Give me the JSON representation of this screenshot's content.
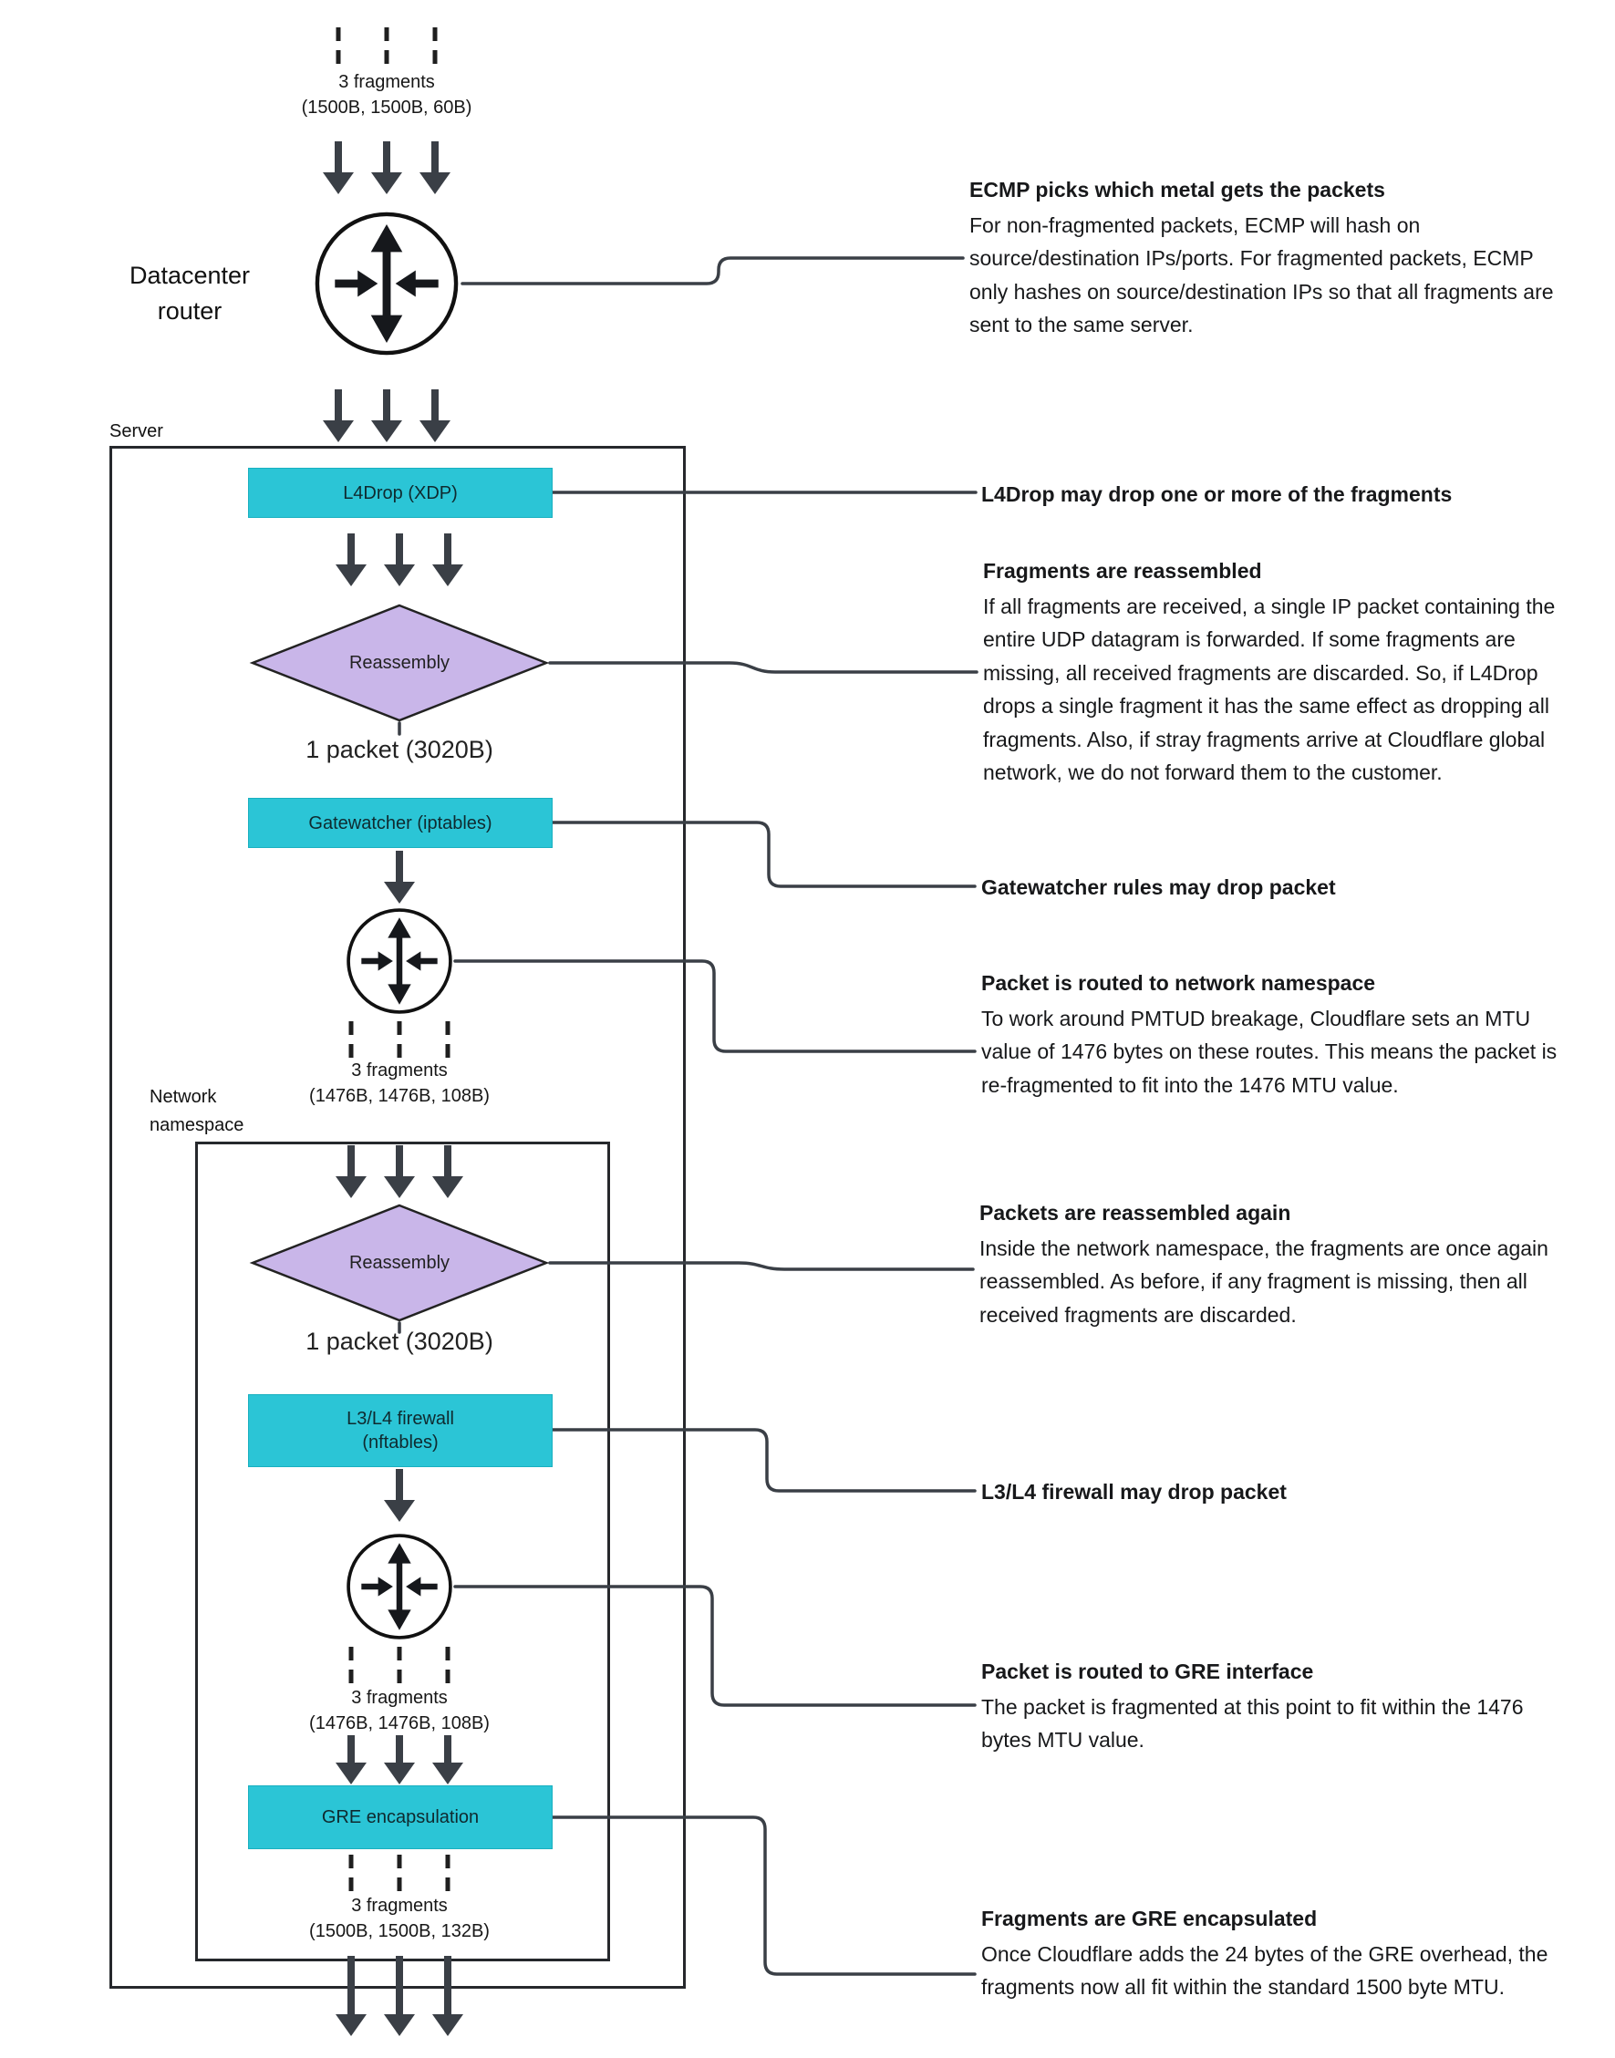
{
  "colors": {
    "process_box": "#2bc5d6",
    "decision_diamond": "#c9b6e9",
    "arrow": "#3a3f46",
    "connector": "#3a3f46",
    "frame_border": "#26282c"
  },
  "nodes": {
    "datacenter_router": "Datacenter router",
    "server_frame": "Server",
    "l4drop": "L4Drop (XDP)",
    "reassembly_1": "Reassembly",
    "packet_1": "1 packet (3020B)",
    "gatewatcher": "Gatewatcher (iptables)",
    "network_namespace_frame": "Network namespace",
    "reassembly_2": "Reassembly",
    "packet_2": "1 packet (3020B)",
    "firewall_line1": "L3/L4 firewall",
    "firewall_line2": "(nftables)",
    "gre": "GRE encapsulation"
  },
  "fragments": {
    "top": {
      "count": "3 fragments",
      "sizes": "(1500B, 1500B, 60B)"
    },
    "mid1": {
      "count": "3 fragments",
      "sizes": "(1476B, 1476B, 108B)"
    },
    "mid2": {
      "count": "3 fragments",
      "sizes": "(1476B, 1476B, 108B)"
    },
    "bottom": {
      "count": "3 fragments",
      "sizes": "(1500B, 1500B, 132B)"
    }
  },
  "annotations": [
    {
      "title": "ECMP picks which metal gets the packets",
      "body": "For non-fragmented packets, ECMP will hash on source/destination IPs/ports. For fragmented packets, ECMP only hashes on source/destination IPs so that all fragments are sent to the same server."
    },
    {
      "title": "L4Drop may drop one or more of the fragments",
      "body": ""
    },
    {
      "title": "Fragments are reassembled",
      "body": "If all fragments are received, a single IP packet containing the entire UDP datagram is forwarded. If some fragments are missing, all received fragments are discarded. So, if L4Drop drops a single fragment it has the same effect as dropping all fragments. Also, if stray fragments arrive at Cloudflare global network, we do not forward them to the customer."
    },
    {
      "title": "Gatewatcher rules may drop packet",
      "body": ""
    },
    {
      "title": "Packet is routed to network namespace",
      "body": "To work around PMTUD breakage, Cloudflare sets an MTU value of 1476 bytes on these routes. This means the packet is re-fragmented to fit into the 1476 MTU value."
    },
    {
      "title": "Packets are reassembled again",
      "body": "Inside the network namespace, the fragments are once again reassembled. As before, if any fragment is missing, then all received fragments are discarded."
    },
    {
      "title": "L3/L4 firewall may drop packet",
      "body": ""
    },
    {
      "title": "Packet is routed to GRE interface",
      "body": "The packet is fragmented at this point to fit within the 1476 bytes MTU value."
    },
    {
      "title": "Fragments are GRE encapsulated",
      "body": "Once Cloudflare adds the 24 bytes of the GRE overhead, the fragments now all fit within the standard 1500 byte MTU."
    }
  ]
}
